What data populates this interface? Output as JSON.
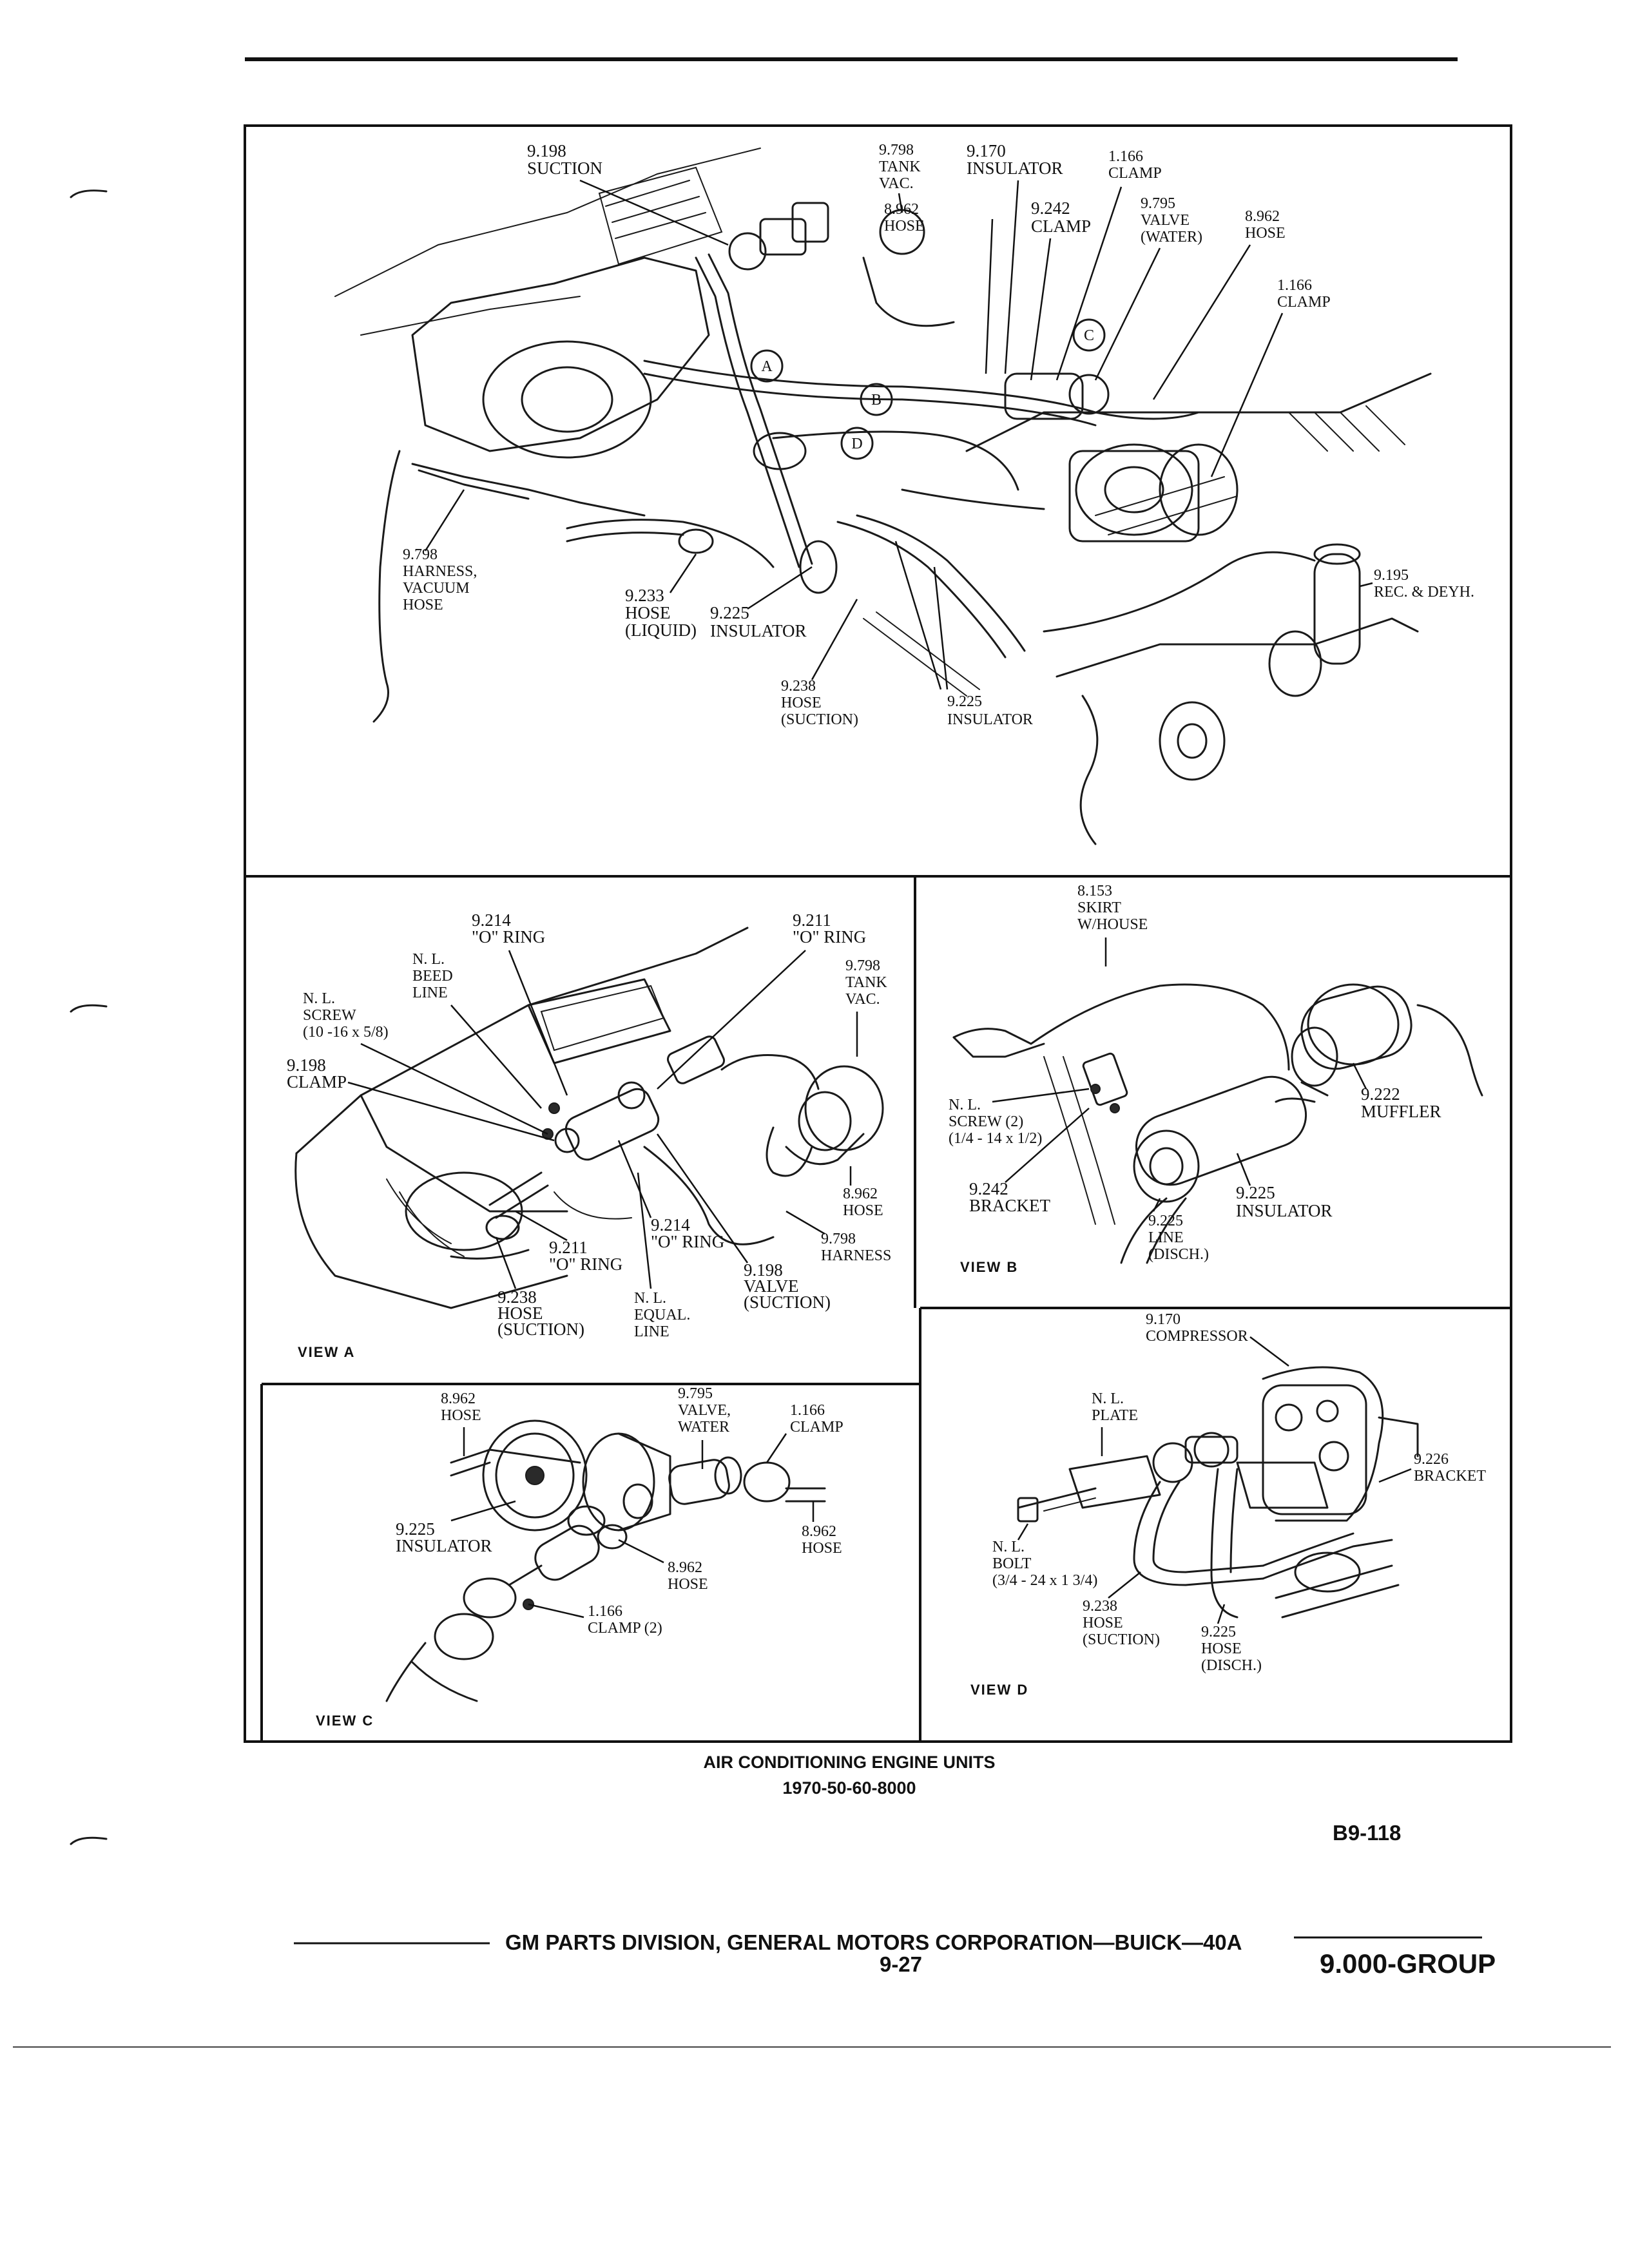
{
  "main_view": {
    "labels": [
      [
        "9.198",
        "SUCTION"
      ],
      [
        "9.798",
        "TANK",
        "VAC."
      ],
      [
        "9.170",
        "INSULATOR"
      ],
      [
        "1.166",
        "CLAMP"
      ],
      [
        "8.962",
        "HOSE"
      ],
      [
        "9.242",
        "CLAMP"
      ],
      [
        "9.795",
        "VALVE",
        "(WATER)"
      ],
      [
        "8.962",
        "HOSE"
      ],
      [
        "1.166",
        "CLAMP"
      ],
      [
        "9.798",
        "HARNESS,",
        "VACUUM",
        "HOSE"
      ],
      [
        "9.195",
        "REC. & DEYH."
      ],
      [
        "9.233",
        "HOSE",
        "(LIQUID)"
      ],
      [
        "9.225",
        "INSULATOR"
      ],
      [
        "9.238",
        "HOSE",
        "(SUCTION)"
      ],
      [
        "9.225",
        "INSULATOR"
      ]
    ],
    "callouts": [
      "A",
      "B",
      "C",
      "D"
    ]
  },
  "view_a": {
    "name": "VIEW A",
    "labels": [
      [
        "9.214",
        "\"O\" RING"
      ],
      [
        "9.211",
        "\"O\" RING"
      ],
      [
        "N. L.",
        "BEED",
        "LINE"
      ],
      [
        "N. L.",
        "SCREW",
        "(10 -16 x 5/8)"
      ],
      [
        "9.798",
        "TANK",
        "VAC."
      ],
      [
        "9.198",
        "CLAMP"
      ],
      [
        "8.962",
        "HOSE"
      ],
      [
        "9.798",
        "HARNESS"
      ],
      [
        "9.214",
        "\"O\" RING"
      ],
      [
        "9.211",
        "\"O\" RING"
      ],
      [
        "9.198",
        "VALVE",
        "(SUCTION)"
      ],
      [
        "9.238",
        "HOSE",
        "(SUCTION)"
      ],
      [
        "N. L.",
        "EQUAL.",
        "LINE"
      ]
    ]
  },
  "view_b": {
    "name": "VIEW B",
    "labels": [
      [
        "8.153",
        "SKIRT",
        "W/HOUSE"
      ],
      [
        "N. L.",
        "SCREW (2)",
        "(1/4 - 14 x 1/2)"
      ],
      [
        "9.222",
        "MUFFLER"
      ],
      [
        "9.242",
        "BRACKET"
      ],
      [
        "9.225",
        "INSULATOR"
      ],
      [
        "9.225",
        "LINE",
        "(DISCH.)"
      ]
    ]
  },
  "view_c": {
    "name": "VIEW C",
    "labels": [
      [
        "8.962",
        "HOSE"
      ],
      [
        "9.795",
        "VALVE,",
        "WATER"
      ],
      [
        "1.166",
        "CLAMP"
      ],
      [
        "9.225",
        "INSULATOR"
      ],
      [
        "8.962",
        "HOSE"
      ],
      [
        "8.962",
        "HOSE"
      ],
      [
        "1.166",
        "CLAMP (2)"
      ]
    ]
  },
  "view_d": {
    "name": "VIEW D",
    "labels": [
      [
        "9.170",
        "COMPRESSOR"
      ],
      [
        "N. L.",
        "PLATE"
      ],
      [
        "9.226",
        "BRACKET"
      ],
      [
        "N. L.",
        "BOLT",
        "(3/4 - 24 x 1 3/4)"
      ],
      [
        "9.238",
        "HOSE",
        "(SUCTION)"
      ],
      [
        "9.225",
        "HOSE",
        "(DISCH.)"
      ]
    ]
  },
  "caption": {
    "title": "AIR CONDITIONING ENGINE UNITS",
    "models": "1970-50-60-8000"
  },
  "figure_number": "B9-118",
  "footer": {
    "division": "GM PARTS DIVISION,  GENERAL MOTORS CORPORATION—BUICK—40A",
    "page": "9-27",
    "group": "9.000-GROUP"
  }
}
